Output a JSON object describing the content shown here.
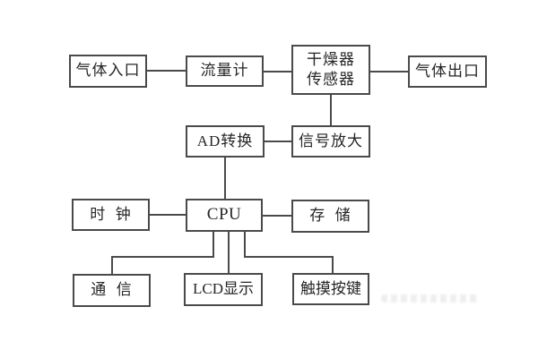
{
  "diagram": {
    "description": "Block diagram of a gas measurement system",
    "colors": {
      "background": "#ffffff",
      "box_border": "#4a4a4a",
      "connector_line": "#4a4a4a",
      "text": "#262626"
    },
    "nodes": [
      {
        "id": "gas-inlet",
        "label": "气体入口"
      },
      {
        "id": "flow-meter",
        "label": "流量计"
      },
      {
        "id": "dryer-sensor",
        "label": "干燥器\n传感器"
      },
      {
        "id": "gas-outlet",
        "label": "气体出口"
      },
      {
        "id": "ad-converter",
        "label": "AD转换"
      },
      {
        "id": "signal-amplifier",
        "label": "信号放大"
      },
      {
        "id": "clock",
        "label": "时  钟"
      },
      {
        "id": "cpu",
        "label": "CPU"
      },
      {
        "id": "storage",
        "label": "存  储"
      },
      {
        "id": "communication",
        "label": "通  信"
      },
      {
        "id": "lcd-display",
        "label": "LCD显示"
      },
      {
        "id": "touch-keys",
        "label": "触摸按键"
      }
    ],
    "edges": [
      {
        "from": "gas-inlet",
        "to": "flow-meter"
      },
      {
        "from": "flow-meter",
        "to": "dryer-sensor"
      },
      {
        "from": "dryer-sensor",
        "to": "gas-outlet"
      },
      {
        "from": "dryer-sensor",
        "to": "signal-amplifier"
      },
      {
        "from": "signal-amplifier",
        "to": "ad-converter"
      },
      {
        "from": "ad-converter",
        "to": "cpu"
      },
      {
        "from": "clock",
        "to": "cpu"
      },
      {
        "from": "cpu",
        "to": "storage"
      },
      {
        "from": "cpu",
        "to": "communication"
      },
      {
        "from": "cpu",
        "to": "lcd-display"
      },
      {
        "from": "cpu",
        "to": "touch-keys"
      }
    ]
  }
}
